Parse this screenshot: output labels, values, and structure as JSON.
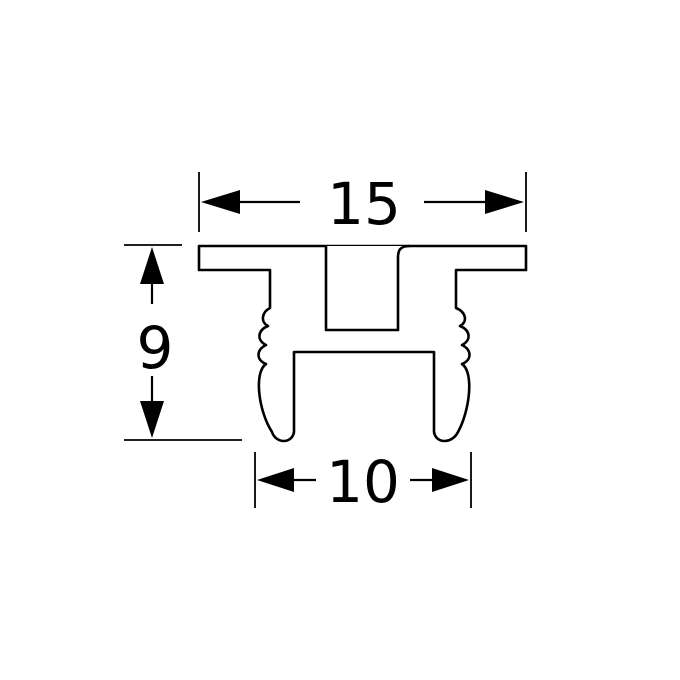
{
  "diagram": {
    "dimensions": {
      "width_top": "15",
      "height": "9",
      "width_bottom": "10"
    }
  }
}
